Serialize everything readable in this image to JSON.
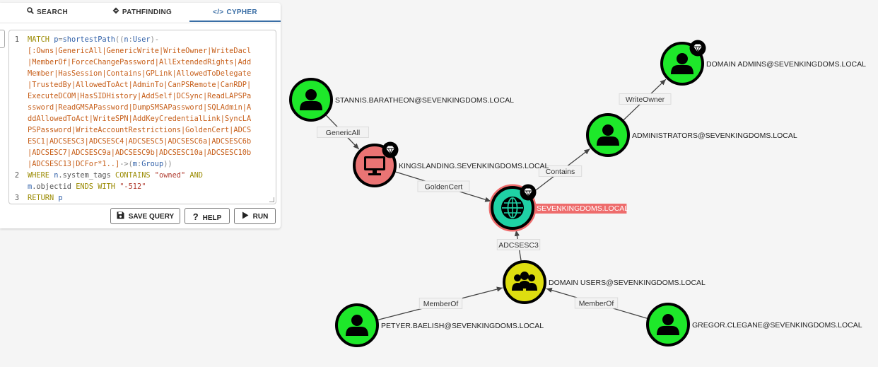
{
  "tabs": [
    {
      "label": "SEARCH",
      "icon": "search-icon"
    },
    {
      "label": "PATHFINDING",
      "icon": "diamond-route-icon"
    },
    {
      "label": "CYPHER",
      "icon": "code-icon",
      "active": true
    }
  ],
  "editor": {
    "line_numbers": [
      "1",
      "2",
      "3"
    ],
    "lines": [
      [
        {
          "t": "MATCH ",
          "c": "kw"
        },
        {
          "t": "p",
          "c": "var"
        },
        {
          "t": "=",
          "c": "pn"
        },
        {
          "t": "shortestPath",
          "c": "fn"
        },
        {
          "t": "((",
          "c": "pn"
        },
        {
          "t": "n",
          "c": "var"
        },
        {
          "t": ":",
          "c": "pn"
        },
        {
          "t": "User",
          "c": "var"
        },
        {
          "t": ")-",
          "c": "pn"
        }
      ],
      [
        {
          "t": "[:Owns|GenericAll|GenericWrite|WriteOwner|WriteDacl",
          "c": "rel"
        }
      ],
      [
        {
          "t": "|MemberOf|ForceChangePassword|AllExtendedRights|Add",
          "c": "rel"
        }
      ],
      [
        {
          "t": "Member|HasSession|Contains|GPLink|AllowedToDelegate",
          "c": "rel"
        }
      ],
      [
        {
          "t": "|TrustedBy|AllowedToAct|AdminTo|CanPSRemote|CanRDP|",
          "c": "rel"
        }
      ],
      [
        {
          "t": "ExecuteDCOM|HasSIDHistory|AddSelf|DCSync|ReadLAPSPa",
          "c": "rel"
        }
      ],
      [
        {
          "t": "ssword|ReadGMSAPassword|DumpSMSAPassword|SQLAdmin|A",
          "c": "rel"
        }
      ],
      [
        {
          "t": "ddAllowedToAct|WriteSPN|AddKeyCredentialLink|SyncLA",
          "c": "rel"
        }
      ],
      [
        {
          "t": "PSPassword|WriteAccountRestrictions|GoldenCert|ADCS",
          "c": "rel"
        }
      ],
      [
        {
          "t": "ESC1|ADCSESC3|ADCSESC4|ADCSESC5|ADCSESC6a|ADCSESC6b",
          "c": "rel"
        }
      ],
      [
        {
          "t": "|ADCSESC7|ADCSESC9a|ADCSESC9b|ADCSESC10a|ADCSESC10b",
          "c": "rel"
        }
      ],
      [
        {
          "t": "|ADCSESC13|DCFor*1..]",
          "c": "rel"
        },
        {
          "t": "->(",
          "c": "pn"
        },
        {
          "t": "m",
          "c": "var"
        },
        {
          "t": ":",
          "c": "pn"
        },
        {
          "t": "Group",
          "c": "var"
        },
        {
          "t": "))",
          "c": "pn"
        }
      ],
      [
        {
          "t": "WHERE ",
          "c": "kw"
        },
        {
          "t": "n",
          "c": "var"
        },
        {
          "t": ".system_tags ",
          "c": "prop"
        },
        {
          "t": "CONTAINS ",
          "c": "kw"
        },
        {
          "t": "\"owned\" ",
          "c": "str"
        },
        {
          "t": "AND",
          "c": "kw"
        }
      ],
      [
        {
          "t": "m",
          "c": "var"
        },
        {
          "t": ".objectid ",
          "c": "prop"
        },
        {
          "t": "ENDS WITH ",
          "c": "kw"
        },
        {
          "t": "\"-512\"",
          "c": "str"
        }
      ],
      [
        {
          "t": "RETURN ",
          "c": "kw"
        },
        {
          "t": "p",
          "c": "var"
        }
      ]
    ]
  },
  "buttons": {
    "save": {
      "label": "SAVE QUERY",
      "icon": "floppy-disk-icon"
    },
    "help": {
      "label": "HELP",
      "icon": "question-icon"
    },
    "run": {
      "label": "RUN",
      "icon": "play-icon"
    }
  },
  "colors": {
    "user_node": "#1ee82a",
    "computer_node": "#ea7474",
    "domain_node": "#1fd1a5",
    "group_node": "#dede10",
    "highlight_label": "#ee6c6c",
    "accent": "#3a6ea5"
  },
  "graph": {
    "nodes": [
      {
        "id": "stannis",
        "label": "STANNIS.BARATHEON@SEVENKINGDOMS.LOCAL",
        "kind": "user",
        "icon": "user-icon",
        "badge": false
      },
      {
        "id": "kingslanding",
        "label": "KINGSLANDING.SEVENKINGDOMS.LOCAL",
        "kind": "computer",
        "icon": "monitor-icon",
        "badge": true
      },
      {
        "id": "domain",
        "label": "SEVENKINGDOMS.LOCAL",
        "kind": "domain",
        "icon": "globe-icon",
        "badge": true,
        "highlight": true
      },
      {
        "id": "admins",
        "label": "ADMINISTRATORS@SEVENKINGDOMS.LOCAL",
        "kind": "user",
        "icon": "user-icon",
        "badge": false
      },
      {
        "id": "domainadmins",
        "label": "DOMAIN ADMINS@SEVENKINGDOMS.LOCAL",
        "kind": "user",
        "icon": "user-icon",
        "badge": true
      },
      {
        "id": "domainusers",
        "label": "DOMAIN USERS@SEVENKINGDOMS.LOCAL",
        "kind": "group",
        "icon": "group-icon",
        "badge": false
      },
      {
        "id": "petyer",
        "label": "PETYER.BAELISH@SEVENKINGDOMS.LOCAL",
        "kind": "user",
        "icon": "user-icon",
        "badge": false
      },
      {
        "id": "gregor",
        "label": "GREGOR.CLEGANE@SEVENKINGDOMS.LOCAL",
        "kind": "user",
        "icon": "user-icon",
        "badge": false
      }
    ],
    "edges": [
      {
        "from": "stannis",
        "to": "kingslanding",
        "label": "GenericAll"
      },
      {
        "from": "kingslanding",
        "to": "domain",
        "label": "GoldenCert"
      },
      {
        "from": "domain",
        "to": "admins",
        "label": "Contains"
      },
      {
        "from": "admins",
        "to": "domainadmins",
        "label": "WriteOwner"
      },
      {
        "from": "domainusers",
        "to": "domain",
        "label": "ADCSESC3"
      },
      {
        "from": "petyer",
        "to": "domainusers",
        "label": "MemberOf"
      },
      {
        "from": "gregor",
        "to": "domainusers",
        "label": "MemberOf"
      }
    ]
  }
}
